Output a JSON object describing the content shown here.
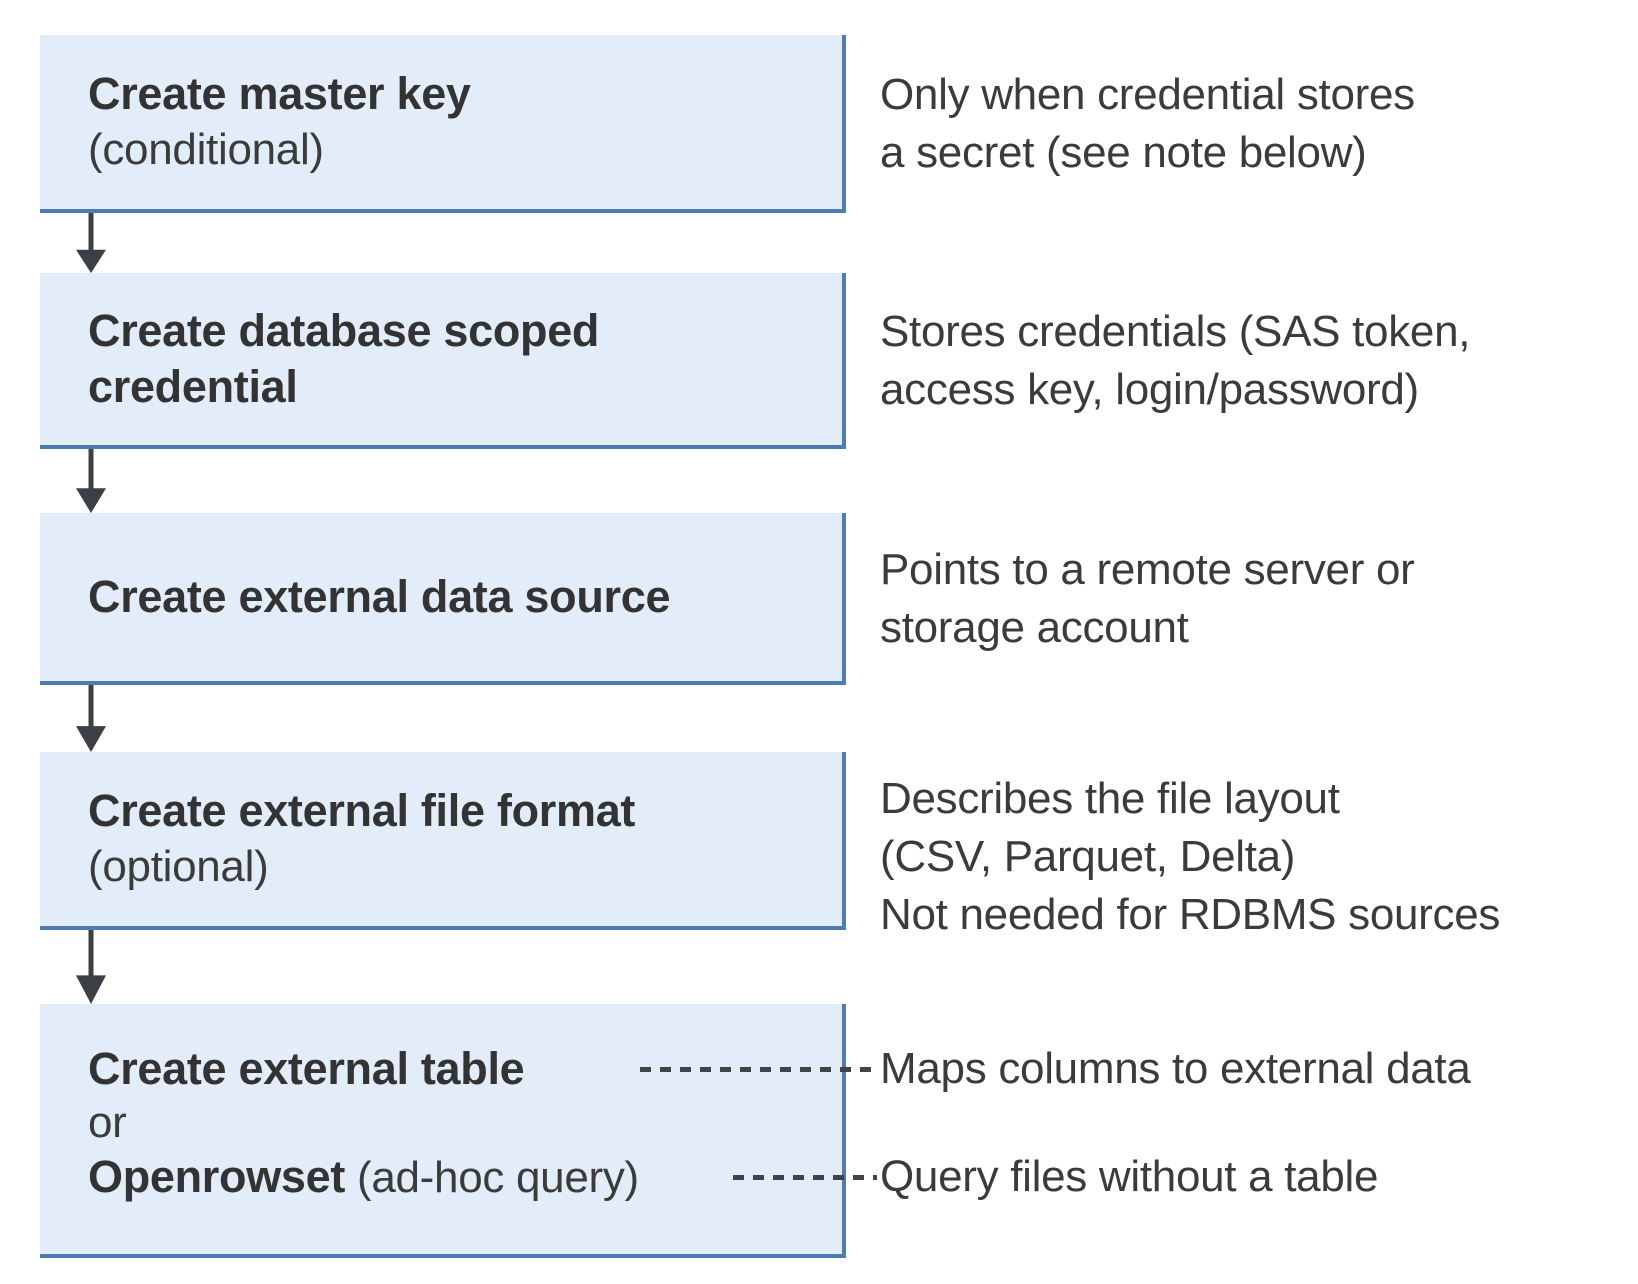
{
  "steps": [
    {
      "title": "Create master key",
      "note": "(conditional)",
      "annotation": [
        "Only when credential stores",
        "a secret (see note below)"
      ]
    },
    {
      "title": "Create database scoped credential",
      "annotation": [
        "Stores credentials (SAS token,",
        "access key, login/password)"
      ]
    },
    {
      "title": "Create external data source",
      "annotation": [
        "Points to a remote server or",
        "storage account"
      ]
    },
    {
      "title": "Create external file format",
      "note": "(optional)",
      "annotation": [
        "Describes the file layout",
        "(CSV, Parquet, Delta)",
        "Not needed for RDBMS sources"
      ]
    }
  ],
  "final": {
    "title": "Create external table",
    "or_label": "or",
    "alt_title": "Openrowset",
    "alt_suffix": " (ad-hoc query)",
    "annotation_table": "Maps columns to external data",
    "annotation_openrowset": "Query files without a table"
  },
  "colors": {
    "box_fill": "#e3edfa",
    "box_border": "#4e7cb0",
    "arrow": "#3c4046",
    "text": "#383838"
  }
}
